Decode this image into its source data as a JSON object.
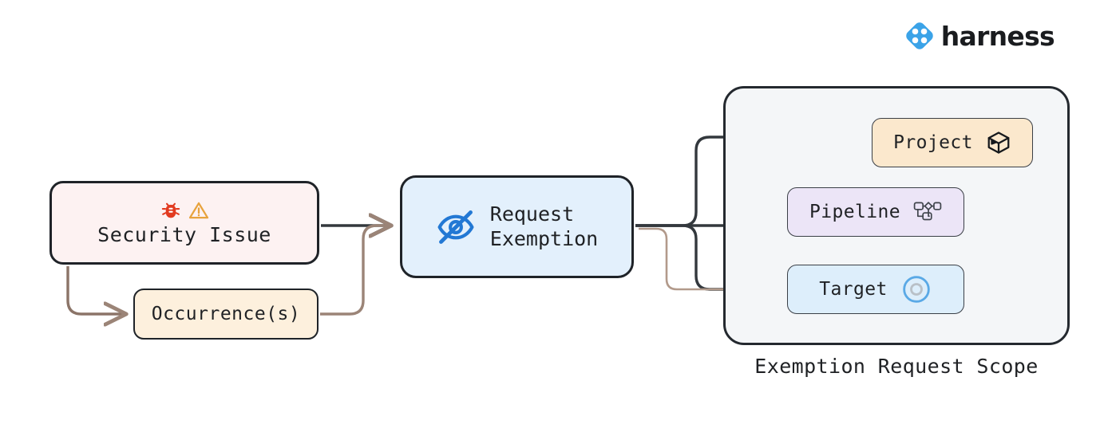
{
  "brand": {
    "name": "harness",
    "logo_icon": "harness-diamond-logo",
    "logo_color": "#3ba3e8",
    "text_color": "#1a1c1f"
  },
  "diagram": {
    "title": "Exemption Request Scope",
    "nodes": {
      "security_issue": {
        "label": "Security Issue",
        "icons": [
          "bug-icon",
          "warning-triangle-icon"
        ],
        "bug_color": "#e23b20",
        "warning_color": "#e8a33d",
        "fill": "#fdf2f2",
        "stroke": "#1f2328"
      },
      "occurrences": {
        "label": "Occurrence(s)",
        "fill": "#fdf0dd",
        "stroke": "#1f2328"
      },
      "request_exemption": {
        "label": "Request\nExemption",
        "icon": "eye-off-icon",
        "icon_color": "#2278d4",
        "fill": "#e3f0fc",
        "stroke": "#1f2328"
      },
      "project": {
        "label": "Project",
        "icon": "cube-icon",
        "fill": "#fbe8cd",
        "stroke": "#3a3f46"
      },
      "pipeline": {
        "label": "Pipeline",
        "icon": "pipeline-nodes-icon",
        "fill": "#ece5f7",
        "stroke": "#3a3f46"
      },
      "target": {
        "label": "Target",
        "icon": "target-circle-icon",
        "icon_color": "#5aa9e6",
        "fill": "#ddeefb",
        "stroke": "#3a3f46"
      }
    },
    "scope_group": {
      "caption": "Exemption Request Scope",
      "fill": "#f4f6f8",
      "stroke": "#24292f",
      "members": [
        "Project",
        "Pipeline",
        "Target"
      ]
    },
    "edges": [
      {
        "from": "Security Issue",
        "to": "Request Exemption",
        "color": "#33383d"
      },
      {
        "from": "Security Issue",
        "to": "Occurrence(s)",
        "color": "#8b7468"
      },
      {
        "from": "Occurrence(s)",
        "to": "Request Exemption",
        "color": "#9b8477"
      },
      {
        "from": "Request Exemption",
        "to": "Project",
        "color": "#33383d"
      },
      {
        "from": "Request Exemption",
        "to": "Pipeline",
        "color": "#33383d"
      },
      {
        "from": "Request Exemption",
        "to": "Target",
        "color": "#33383d"
      },
      {
        "from": "Occurrence(s)",
        "to": "Target",
        "color": "#b29a8b"
      },
      {
        "from": "Project",
        "to": "Pipeline",
        "color": "#33383d"
      },
      {
        "from": "Project",
        "to": "Target",
        "color": "#33383d"
      }
    ]
  }
}
